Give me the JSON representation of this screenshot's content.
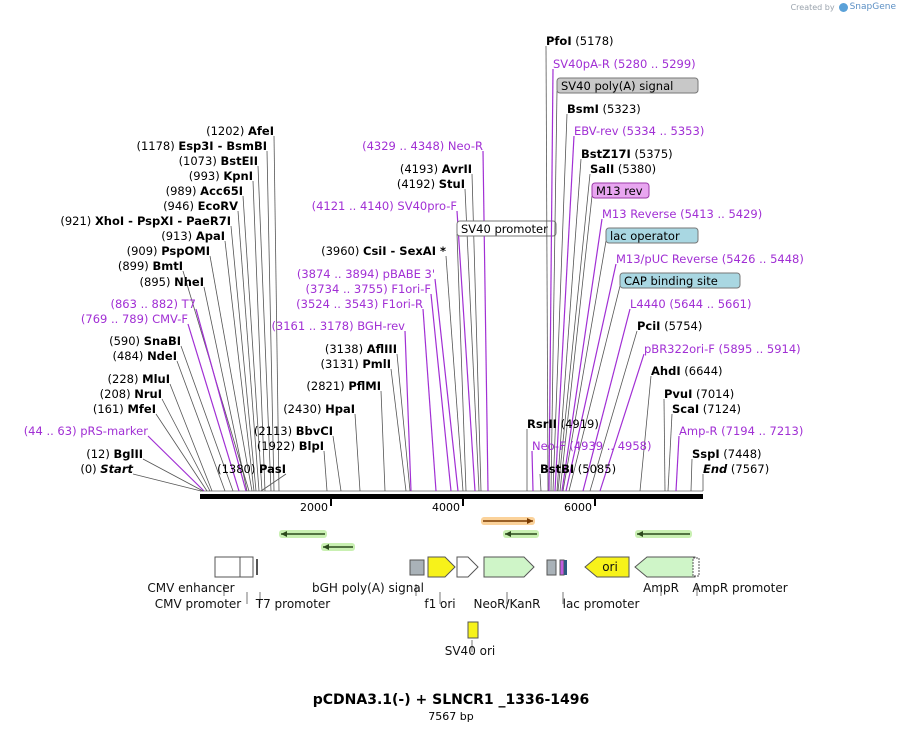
{
  "credit": {
    "prefix": "Created by",
    "brand": "SnapGene"
  },
  "map": {
    "title": "pCDNA3.1(-) + SLNCR1 _1336-1496",
    "length_label": "7567 bp",
    "ticks": [
      "2000",
      "4000",
      "6000"
    ]
  },
  "colors": {
    "primer": "#a12fd4",
    "enzyme": "#000000",
    "yellow": "#f7f21a",
    "green": "#cff5c8",
    "gray": "#a9b2b8"
  },
  "left_labels": [
    {
      "pos": "(1202)",
      "name": "AfeI"
    },
    {
      "pos": "(1178)",
      "name": "Esp3I  -  BsmBI"
    },
    {
      "pos": "(1073)",
      "name": "BstEII"
    },
    {
      "pos": "(993)",
      "name": "KpnI"
    },
    {
      "pos": "(989)",
      "name": "Acc65I"
    },
    {
      "pos": "(946)",
      "name": "EcoRV"
    },
    {
      "pos": "(921)",
      "name": "XhoI  -  PspXI  -  PaeR7I"
    },
    {
      "pos": "(913)",
      "name": "ApaI"
    },
    {
      "pos": "(909)",
      "name": "PspOMI"
    },
    {
      "pos": "(899)",
      "name": "BmtI"
    },
    {
      "pos": "(895)",
      "name": "NheI"
    },
    {
      "pos": "(863 .. 882)",
      "name": "T7",
      "primer": true
    },
    {
      "pos": "(769 .. 789)",
      "name": "CMV-F",
      "primer": true
    },
    {
      "pos": "(590)",
      "name": "SnaBI"
    },
    {
      "pos": "(484)",
      "name": "NdeI"
    },
    {
      "pos": "(228)",
      "name": "MluI"
    },
    {
      "pos": "(208)",
      "name": "NruI"
    },
    {
      "pos": "(161)",
      "name": "MfeI"
    },
    {
      "pos": "(44 .. 63)",
      "name": "pRS-marker",
      "primer": true
    },
    {
      "pos": "(12)",
      "name": "BglII"
    },
    {
      "pos": "(0)",
      "name": "Start",
      "italic": true
    },
    {
      "pos": "(1380)",
      "name": "PasI"
    },
    {
      "pos": "(2113)",
      "name": "BbvCI"
    },
    {
      "pos": "(1922)",
      "name": "BlpI"
    },
    {
      "pos": "(2430)",
      "name": "HpaI"
    }
  ],
  "middle_labels": [
    {
      "pos": "(4329 .. 4348)",
      "name": "Neo-R",
      "primer": true
    },
    {
      "pos": "(4193)",
      "name": "AvrII"
    },
    {
      "pos": "(4192)",
      "name": "StuI"
    },
    {
      "pos": "(4121 .. 4140)",
      "name": "SV40pro-F",
      "primer": true
    },
    {
      "pos": "",
      "name": "SV40 promoter",
      "boxed": true
    },
    {
      "pos": "(3960)",
      "name": "CsiI  -  SexAI *"
    },
    {
      "pos": "(3874 .. 3894)",
      "name": "pBABE 3'",
      "primer": true
    },
    {
      "pos": "(3734 .. 3755)",
      "name": "F1ori-F",
      "primer": true
    },
    {
      "pos": "(3524 .. 3543)",
      "name": "F1ori-R",
      "primer": true
    },
    {
      "pos": "(3161 .. 3178)",
      "name": "BGH-rev",
      "primer": true
    },
    {
      "pos": "(3138)",
      "name": "AflIII"
    },
    {
      "pos": "(3131)",
      "name": "PmlI"
    },
    {
      "pos": "(2821)",
      "name": "PflMI"
    }
  ],
  "right_labels": [
    {
      "pos": "(5178)",
      "name": "PfoI"
    },
    {
      "pos": "(5280 .. 5299)",
      "name": "SV40pA-R",
      "primer": true
    },
    {
      "pos": "",
      "name": "SV40 poly(A) signal",
      "boxed": true
    },
    {
      "pos": "(5323)",
      "name": "BsmI"
    },
    {
      "pos": "(5334 .. 5353)",
      "name": "EBV-rev",
      "primer": true
    },
    {
      "pos": "(5375)",
      "name": "BstZ17I"
    },
    {
      "pos": "(5380)",
      "name": "SalI"
    },
    {
      "pos": "",
      "name": "M13 rev",
      "boxed": true
    },
    {
      "pos": "(5413 .. 5429)",
      "name": "M13 Reverse",
      "primer": true
    },
    {
      "pos": "",
      "name": "lac operator",
      "boxed": true
    },
    {
      "pos": "(5426 .. 5448)",
      "name": "M13/pUC Reverse",
      "primer": true
    },
    {
      "pos": "",
      "name": "CAP binding site",
      "boxed": true
    },
    {
      "pos": "(5644 .. 5661)",
      "name": "L4440",
      "primer": true
    },
    {
      "pos": "(5754)",
      "name": "PciI"
    },
    {
      "pos": "(5895 .. 5914)",
      "name": "pBR322ori-F",
      "primer": true
    },
    {
      "pos": "(6644)",
      "name": "AhdI"
    },
    {
      "pos": "(7014)",
      "name": "PvuI"
    },
    {
      "pos": "(7124)",
      "name": "ScaI"
    },
    {
      "pos": "(7194 .. 7213)",
      "name": "Amp-R",
      "primer": true
    },
    {
      "pos": "(7448)",
      "name": "SspI"
    },
    {
      "pos": "(7567)",
      "name": "End",
      "italic": true
    },
    {
      "pos": "(4919)",
      "name": "RsrII"
    },
    {
      "pos": "(4939 .. 4958)",
      "name": "Neo-F",
      "primer": true
    },
    {
      "pos": "(5085)",
      "name": "BstBI"
    }
  ],
  "features": [
    {
      "name": "CMV enhancer"
    },
    {
      "name": "CMV promoter"
    },
    {
      "name": "T7 promoter"
    },
    {
      "name": "bGH poly(A) signal"
    },
    {
      "name": "f1 ori"
    },
    {
      "name": "NeoR/KanR"
    },
    {
      "name": "lac promoter"
    },
    {
      "name": "ori"
    },
    {
      "name": "AmpR"
    },
    {
      "name": "AmpR promoter"
    },
    {
      "name": "SV40 ori"
    }
  ]
}
